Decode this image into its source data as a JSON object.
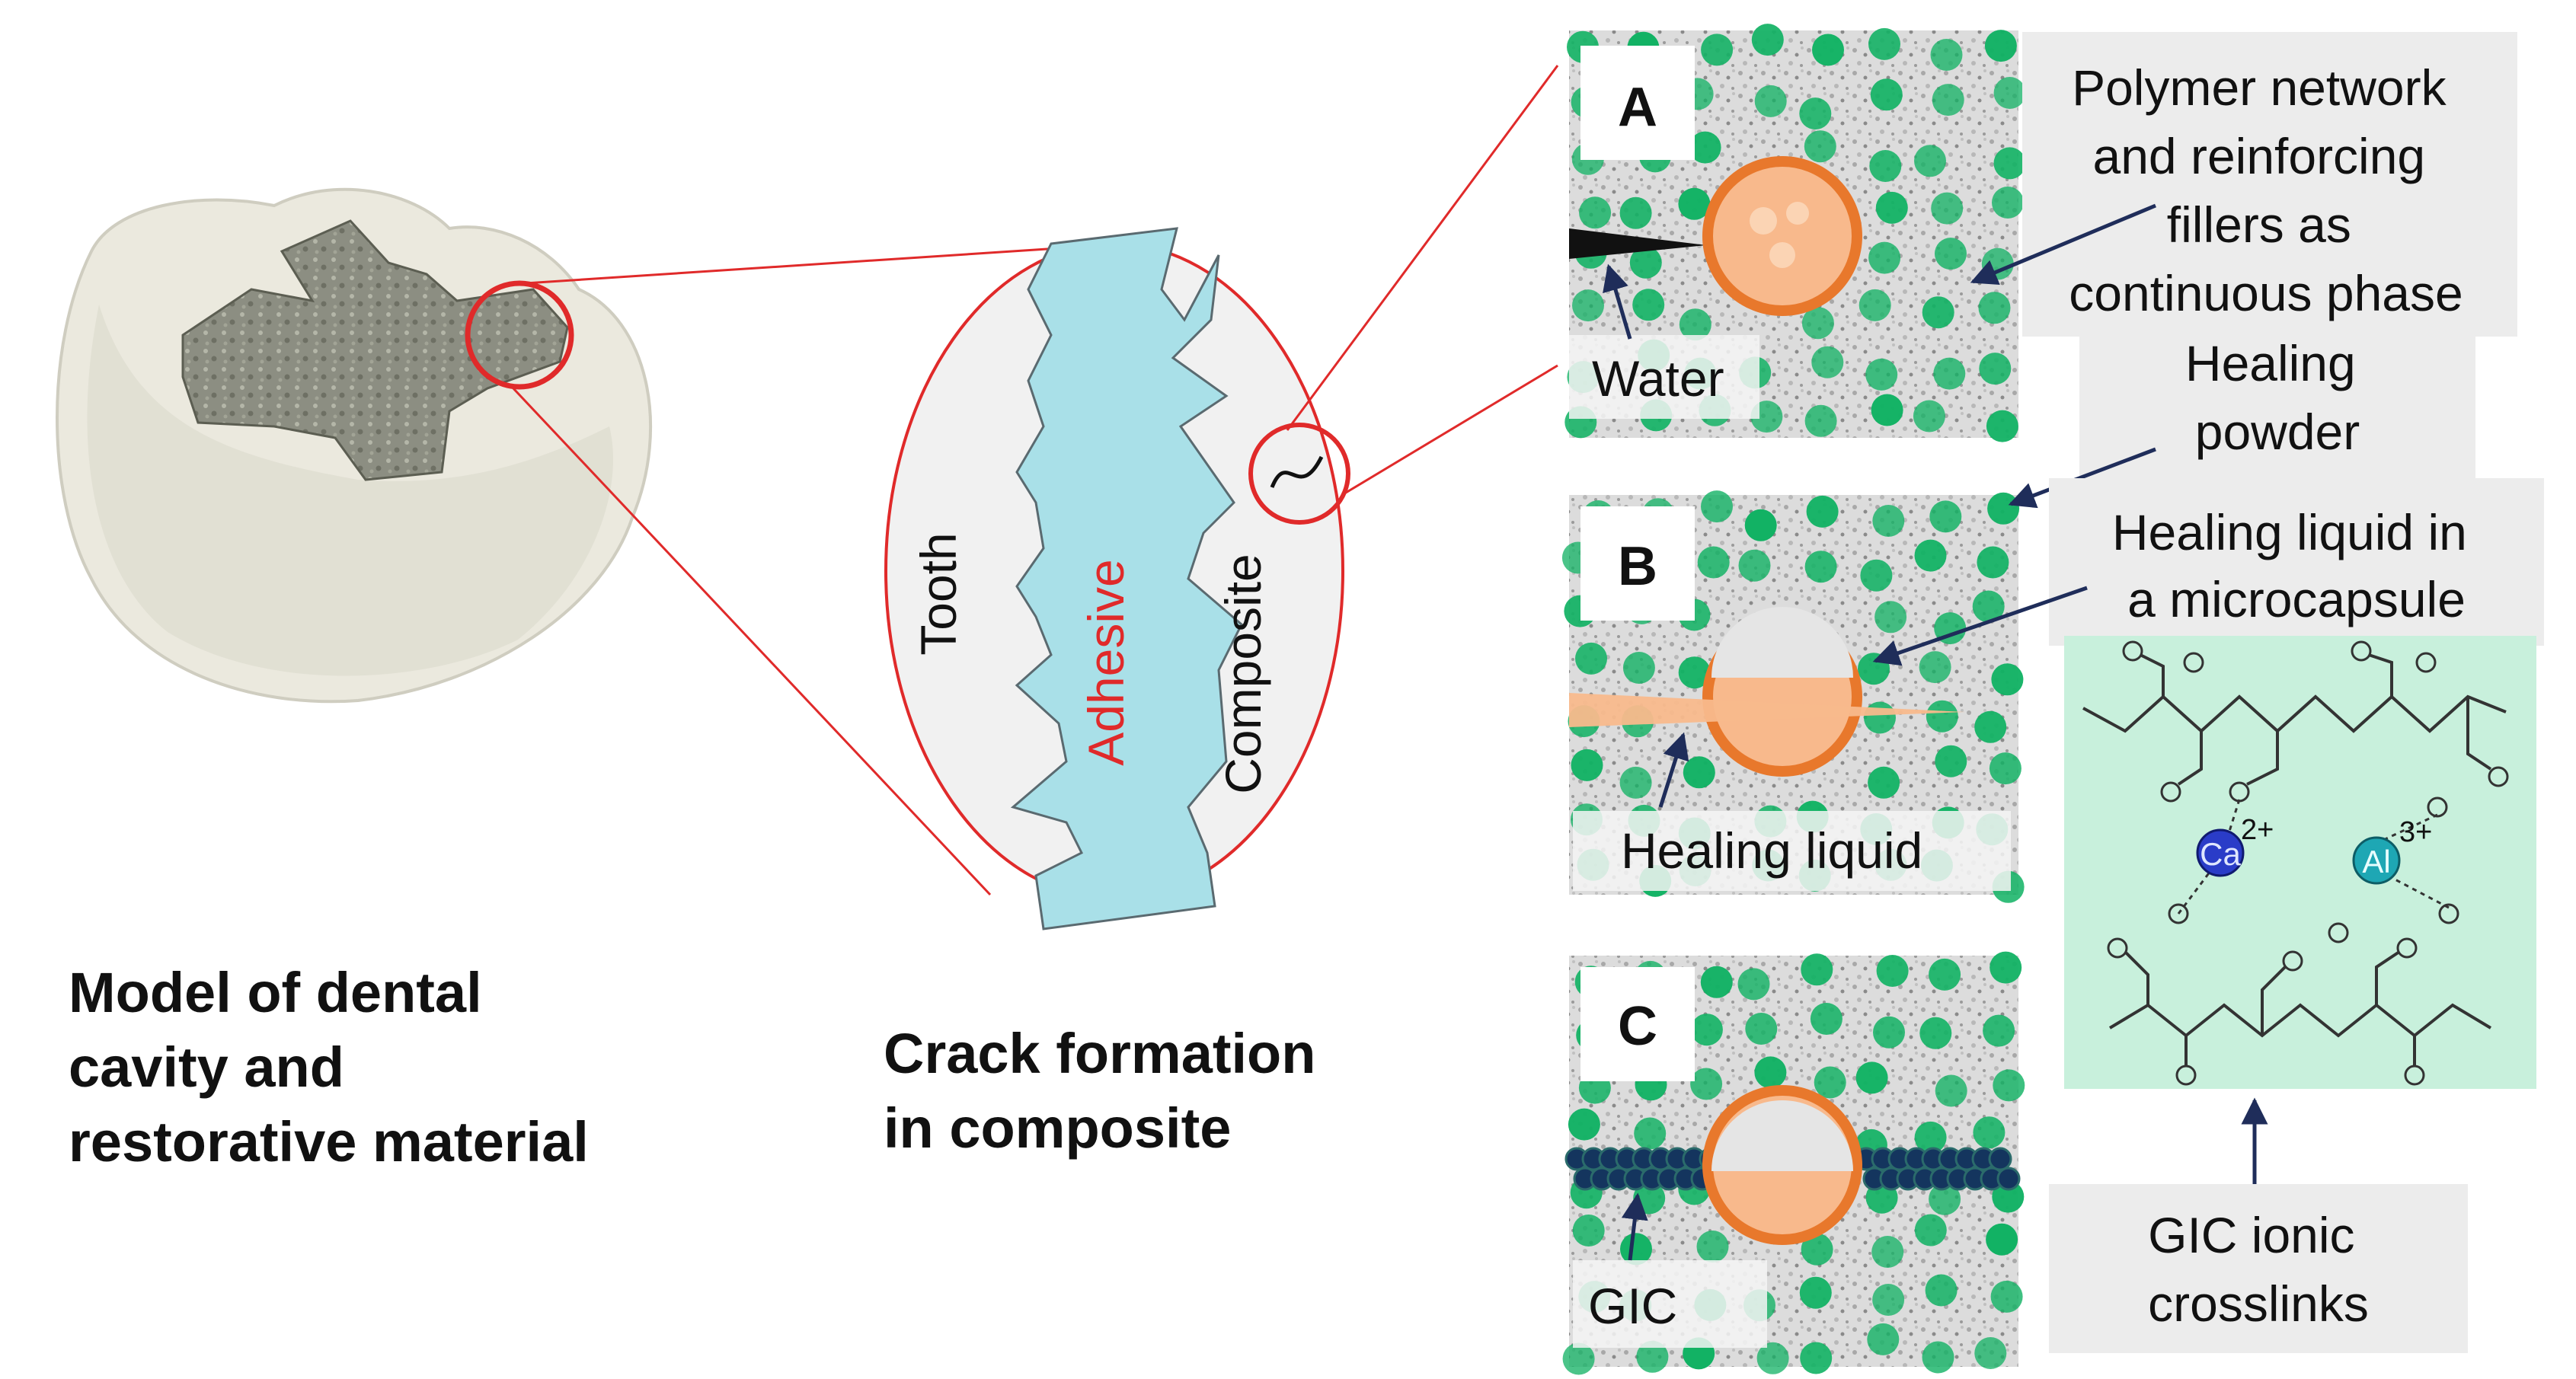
{
  "captions": {
    "model": [
      "Model of dental",
      "cavity and",
      "restorative material"
    ],
    "crack": [
      "Crack formation",
      "in composite"
    ]
  },
  "labels": {
    "tooth": "Tooth",
    "adhesive": "Adhesive",
    "composite": "Composite"
  },
  "panels": [
    {
      "id": "A",
      "letter": "A",
      "label": "Water"
    },
    {
      "id": "B",
      "letter": "B",
      "label": "Healing liquid"
    },
    {
      "id": "C",
      "letter": "C",
      "label": "GIC"
    }
  ],
  "callouts": {
    "polymer": [
      "Polymer network",
      "and reinforcing",
      "fillers as",
      "continuous phase"
    ],
    "powder": [
      "Healing",
      "powder"
    ],
    "capsule": [
      "Healing liquid  in",
      "a microcapsule"
    ],
    "gic": [
      "GIC ionic",
      "crosslinks"
    ]
  },
  "chem": {
    "ion1": "Ca",
    "ion1_charge": "2+",
    "ion2": "Al",
    "ion2_charge": "3+"
  },
  "colors": {
    "filler_green": "#12b264",
    "capsule_orange": "#e8782c",
    "capsule_fill": "#f8b98c",
    "adhesive_blue": "#a9e0e8",
    "zoom_red": "#e02a2a",
    "callout_gray": "#ececec",
    "crosslink_bg": "#c8f0dc",
    "gic_dark": "#14355e"
  }
}
